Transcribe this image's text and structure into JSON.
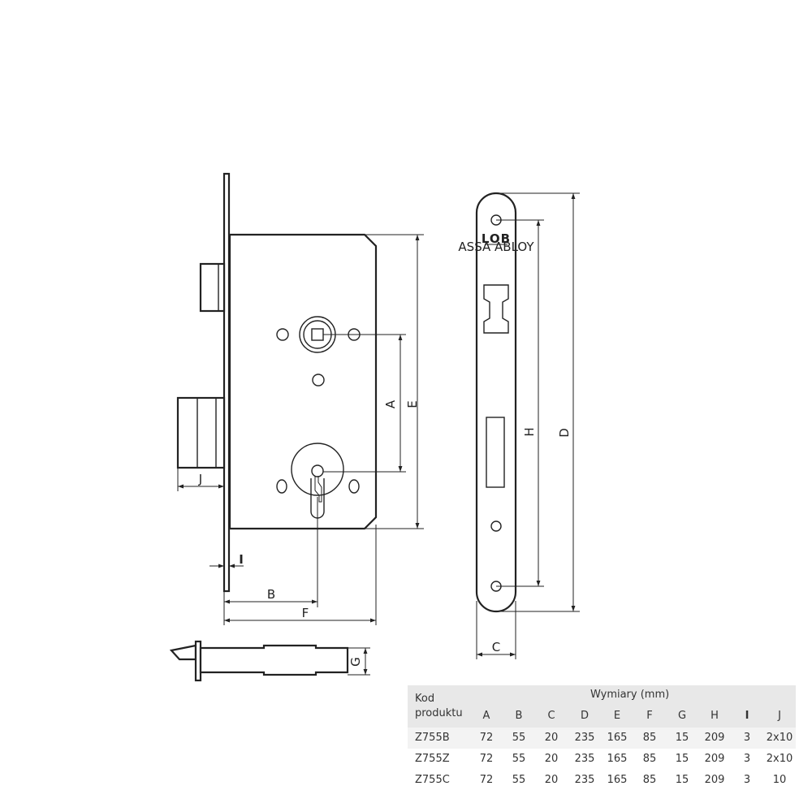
{
  "drawing": {
    "dimension_labels": {
      "A": "A",
      "B": "B",
      "C": "C",
      "D": "D",
      "E": "E",
      "F": "F",
      "G": "G",
      "H": "H",
      "I": "I",
      "J": "J"
    },
    "brand": {
      "logo_text": "LOB",
      "sub_text": "ASSA ABLOY"
    }
  },
  "table": {
    "product_code_header": [
      "Kod",
      "produktu"
    ],
    "dimensions_header": "Wymiary (mm)",
    "columns": [
      "A",
      "B",
      "C",
      "D",
      "E",
      "F",
      "G",
      "H",
      "I",
      "J"
    ],
    "rows": [
      {
        "code": "Z755B",
        "values": [
          "72",
          "55",
          "20",
          "235",
          "165",
          "85",
          "15",
          "209",
          "3",
          "2x10"
        ]
      },
      {
        "code": "Z755Z",
        "values": [
          "72",
          "55",
          "20",
          "235",
          "165",
          "85",
          "15",
          "209",
          "3",
          "2x10"
        ]
      },
      {
        "code": "Z755C",
        "values": [
          "72",
          "55",
          "20",
          "235",
          "165",
          "85",
          "15",
          "209",
          "3",
          "10"
        ]
      }
    ]
  }
}
